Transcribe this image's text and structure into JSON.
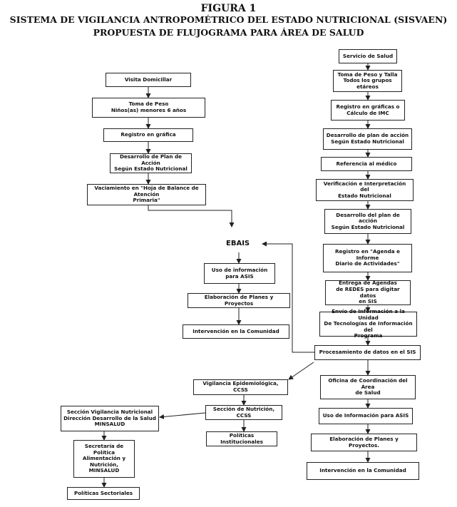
{
  "title": {
    "figure": "FIGURA 1",
    "line1": "SISTEMA DE VIGILANCIA ANTROPOMÉTRICO DEL ESTADO NUTRICIONAL (SISVAEN)",
    "line2": "PROPUESTA DE FLUJOGRAMA PARA ÁREA DE SALUD"
  },
  "left_column": [
    "Visita Domicillar",
    "Toma de Peso\nNiños(as) menores 6 años",
    "Registro en gráfica",
    "Desarrollo de Plan de Acción\nSegún Estado Nutricional",
    "Vaciamiento en \"Hoja de Balance de Atención\nPrimaria\""
  ],
  "right_column": [
    "Servicio de Salud",
    "Toma de Peso y Talla\nTodos los grupos etáreos",
    "Registro en gráficas o\nCálculo de IMC",
    "Desarrollo de plan de acción\nSegún Estado Nutricional",
    "Referencia al médico",
    "Verificación e Interpretación del\nEstado Nutricional",
    "Desarrollo del plan de acción\nSegún Estado Nutricional",
    "Registro en \"Agenda e Informe\nDiario de Actividades\"",
    "Entrega de Agendas\nde REDES para digitar datos\nen SIS",
    "Envío de Información a la Unidad\nDe Tecnologías de Información del\nPrograma",
    "Procesamiento de datos en el SIS"
  ],
  "ebais": {
    "label": "EBAIS",
    "boxes": [
      "Uso de información\npara ASIS",
      "Elaboración de Planes y Proyectos",
      "Intervención en la Comunidad"
    ]
  },
  "bottom_right": [
    "Oficina de Coordinación del Área\nde Salud",
    "Uso de Información para ASIS",
    "Elaboración de Planes  y Proyectos.",
    "Intervención en la Comunidad"
  ],
  "bottom_middle": [
    "Vigilancia Epidemiológica, CCSS",
    "Sección de Nutrición, CCSS",
    "Políticas Institucionales"
  ],
  "bottom_left": [
    "Sección Vigilancia Nutricional\nDirección Desarrollo de la Salud\nMINSALUD",
    "Secretaría de\nPolítica\nAlimentación y\nNutrición,\nMINSALUD",
    "Políticas Sectoriales"
  ]
}
